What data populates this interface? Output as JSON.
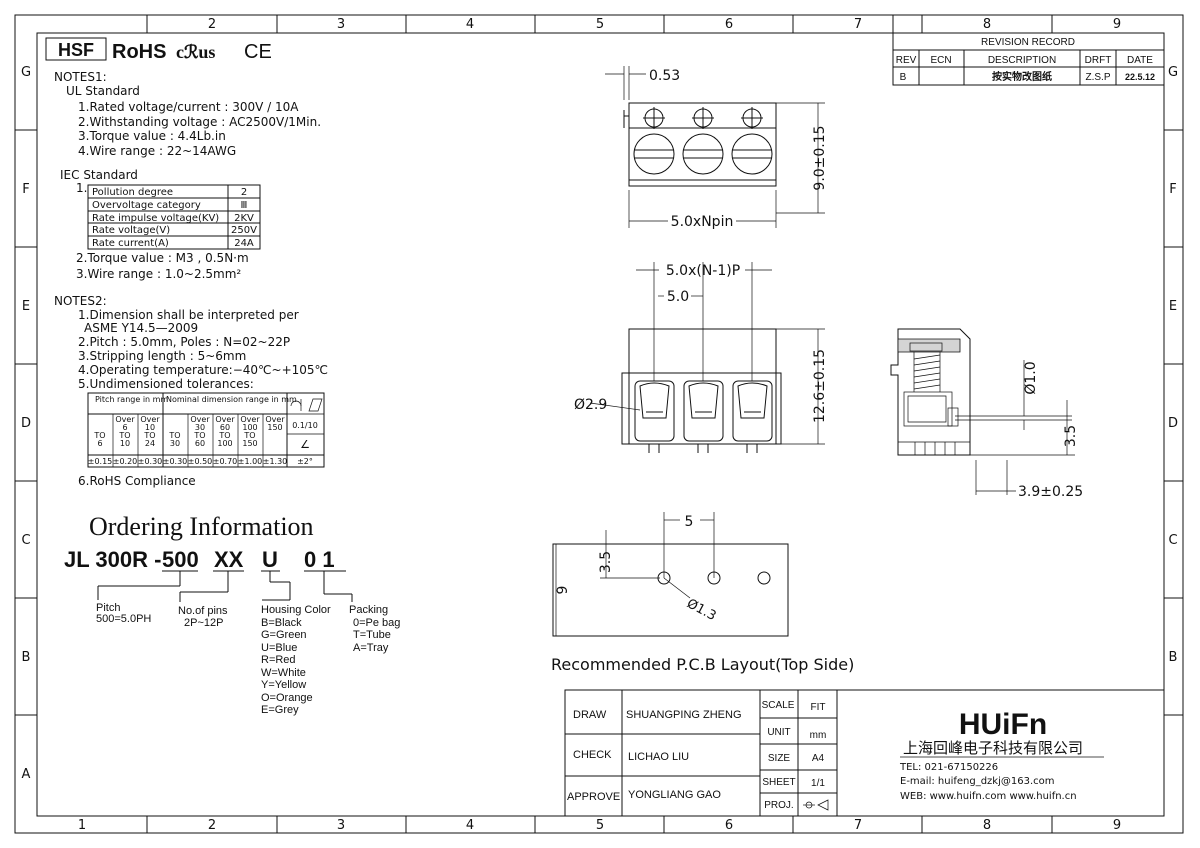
{
  "frame": {
    "top_numbers": [
      "2",
      "3",
      "4",
      "5",
      "6",
      "7",
      "8",
      "9"
    ],
    "bottom_numbers": [
      "1",
      "2",
      "3",
      "4",
      "5",
      "6",
      "7",
      "8",
      "9"
    ],
    "left_letters": [
      "G",
      "F",
      "E",
      "D",
      "C",
      "B",
      "A"
    ],
    "right_letters": [
      "G",
      "F",
      "E",
      "D",
      "C",
      "B"
    ]
  },
  "logos": {
    "hsf": "HSF",
    "rohs": "RoHS",
    "ul": "cℛus",
    "ce": "CE"
  },
  "notes1": {
    "title": "NOTES1:",
    "ul_title": "UL Standard",
    "ul_items": [
      "1.Rated voltage/current : 300V / 10A",
      "2.Withstanding voltage : AC2500V/1Min.",
      "3.Torque value : 4.4Lb.in",
      "4.Wire range : 22~14AWG"
    ],
    "iec_title": "IEC Standard",
    "iec_index": "1.",
    "iec_table": [
      [
        "Pollution degree",
        "2"
      ],
      [
        "Overvoltage category",
        "Ⅲ"
      ],
      [
        "Rate impulse voltage(KV)",
        "2KV"
      ],
      [
        "Rate voltage(V)",
        "250V"
      ],
      [
        "Rate current(A)",
        "24A"
      ]
    ],
    "iec_items": [
      "2.Torque value : M3 , 0.5N·m",
      "3.Wire range : 1.0~2.5mm²"
    ]
  },
  "notes2": {
    "title": "NOTES2:",
    "items": [
      "1.Dimension shall be interpreted per",
      "ASME Y14.5—2009",
      "2.Pitch : 5.0mm, Poles : N=02~22P",
      "3.Stripping length : 5~6mm",
      "4.Operating temperature:−40℃~+105℃",
      "5.Undimensioned tolerances:"
    ],
    "rohs": "6.RoHS Compliance",
    "tol_table": {
      "pitch_header": "Pitch range in mm",
      "nominal_header": "Nominal dimension range in mm",
      "pitch_cols": [
        [
          "",
          "",
          "TO",
          "6"
        ],
        [
          "Over",
          "6",
          "TO",
          "10"
        ],
        [
          "Over",
          "10",
          "TO",
          "24"
        ]
      ],
      "nominal_cols": [
        [
          "",
          "",
          "TO",
          "30"
        ],
        [
          "Over",
          "30",
          "TO",
          "60"
        ],
        [
          "Over",
          "60",
          "TO",
          "100"
        ],
        [
          "Over",
          "100",
          "TO",
          "150"
        ],
        [
          "Over",
          "150",
          "",
          ""
        ]
      ],
      "angle_cols": [
        "0.1/10",
        "∠"
      ],
      "tolerances": [
        "±0.15",
        "±0.20",
        "±0.30",
        "±0.30",
        "±0.50",
        "±0.70",
        "±1.00",
        "±1.30",
        "±2°"
      ]
    }
  },
  "ordering": {
    "title": "Ordering Information",
    "code_parts": [
      "JL 300R -",
      "500",
      "XX",
      "U",
      "0 1"
    ],
    "legend": [
      {
        "label": "Pitch",
        "values": [
          "500=5.0PH"
        ]
      },
      {
        "label": "No.of pins",
        "values": [
          "2P~12P"
        ]
      },
      {
        "label": "Housing Color",
        "values": [
          "B=Black",
          "G=Green",
          "U=Blue",
          "R=Red",
          "W=White",
          "Y=Yellow",
          "O=Orange",
          "E=Grey"
        ]
      },
      {
        "label": "Packing",
        "values": [
          "0=Pe bag",
          "T=Tube",
          "A=Tray"
        ]
      }
    ]
  },
  "dims": {
    "pin_offset": "0.53",
    "height_top": "9.0±0.15",
    "width": "5.0xNpin",
    "span": "5.0x(N-1)P",
    "pitch": "5.0",
    "height_front": "12.6±0.15",
    "hole_dia": "Ø2.9",
    "wire_dia": "Ø1.0",
    "pin_height": "3.5",
    "side_depth": "3.9±0.25",
    "pcb_pitch": "5",
    "pcb_offset": "3.5",
    "pcb_height": "9",
    "pcb_hole": "Ø1.3"
  },
  "pcb_caption": "Recommended P.C.B Layout(Top Side)",
  "revision": {
    "title": "REVISION RECORD",
    "headers": [
      "REV",
      "ECN",
      "DESCRIPTION",
      "DRFT",
      "DATE"
    ],
    "row": [
      "B",
      "",
      "按实物改图纸",
      "Z.S.P",
      "22.5.12"
    ]
  },
  "title_block": {
    "rows": [
      {
        "role": "DRAW",
        "name": "SHUANGPING ZHENG"
      },
      {
        "role": "CHECK",
        "name": "LICHAO   LIU"
      },
      {
        "role": "APPROVE",
        "name": "YONGLIANG GAO"
      }
    ],
    "fields": [
      [
        "SCALE",
        "FIT"
      ],
      [
        "UNIT",
        "mm"
      ],
      [
        "SIZE",
        "A4"
      ],
      [
        "SHEET",
        "1/1"
      ],
      [
        "PROJ.",
        ""
      ]
    ],
    "company_logo": "HUiFn",
    "company_name": "上海回峰电子科技有限公司",
    "tel": "TEL: 021-67150226",
    "email": "E-mail: huifeng_dzkj@163.com",
    "web": "WEB: www.huifn.com   www.huifn.cn"
  }
}
